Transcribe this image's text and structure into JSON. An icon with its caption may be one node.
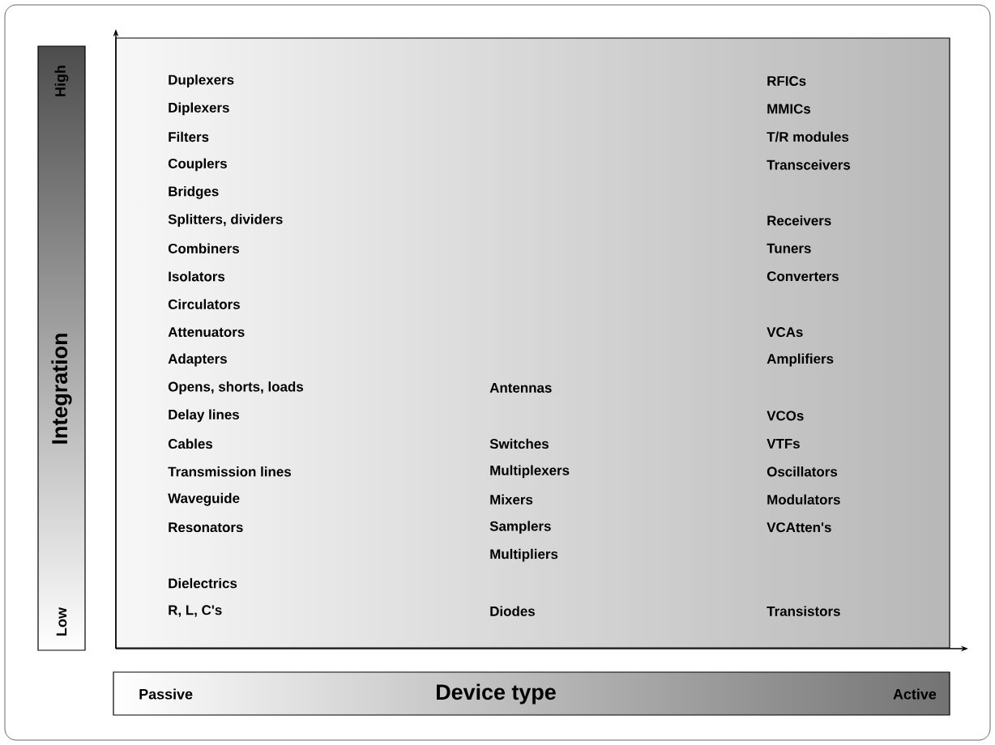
{
  "diagram": {
    "nodes": [
      {
        "text": [
          "High",
          "Integration",
          "Low"
        ]
      },
      {
        "text": [
          "Duplexers",
          "Diplexers",
          "Filters",
          "Couplers",
          "Bridges",
          "Splitters, dividers",
          "Combiners",
          "Isolators",
          "Circulators",
          "Attenuators",
          "Adapters",
          "Opens, shorts, loads",
          "Delay lines",
          "Cables",
          "Transmission lines",
          "Waveguide",
          "Resonators",
          "Dielectrics",
          "R, L, C's",
          "Antennas",
          "Switches",
          "Multiplexers",
          "Mixers",
          "Samplers",
          "Multipliers",
          "Diodes",
          "RFICs",
          "MMICs",
          "T/R modules",
          "Transceivers",
          "Receivers",
          "Tuners",
          "Converters",
          "VCAs",
          "Amplifiers",
          "VCOs",
          "VTFs",
          "Oscillators",
          "Modulators",
          "VCAtten's",
          "Transistors"
        ]
      },
      {
        "text": [
          "Passive",
          "Device type",
          "Active"
        ]
      }
    ]
  }
}
